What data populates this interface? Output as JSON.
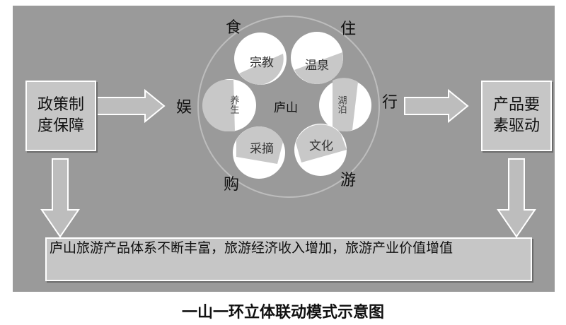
{
  "left_box": {
    "line1": "政策制",
    "line2": "度保障"
  },
  "right_box": {
    "line1": "产品要",
    "line2": "素驱动"
  },
  "center_label": "庐山",
  "petals": {
    "religion": "宗教",
    "hot_spring": "温泉",
    "health": "养生",
    "lake": "湖泊",
    "picking": "采摘",
    "culture": "文化"
  },
  "outer_labels": {
    "food": "食",
    "stay": "住",
    "entertainment": "娱",
    "travel": "行",
    "shopping": "购",
    "tour": "游"
  },
  "bottom_box": "庐山旅游产品体系不断丰富，旅游经济收入增加，旅游产业价值增值",
  "caption": "一山一环立体联动模式示意图",
  "colors": {
    "panel": "#9a9a9a",
    "box": "#c6c6c6",
    "petal": "#ffffff",
    "petal_shade": "#c8c8c8"
  }
}
